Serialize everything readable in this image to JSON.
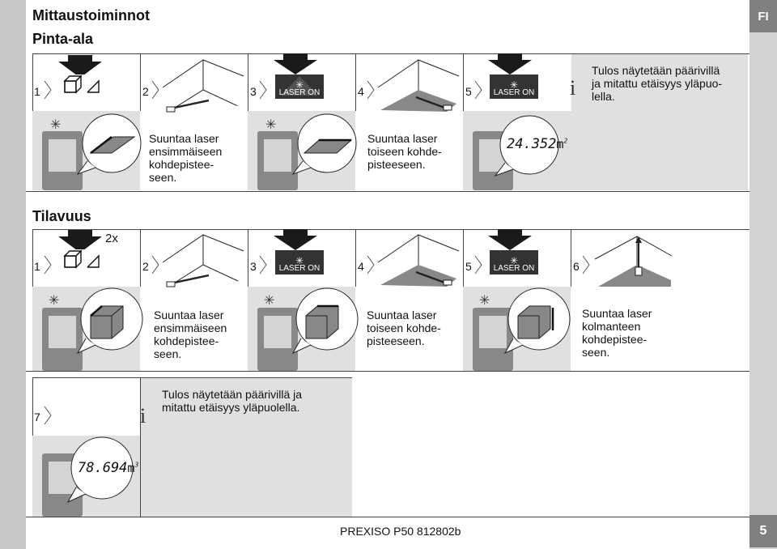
{
  "page": {
    "title": "Mittaustoiminnot",
    "language": "FI",
    "page_number": "5",
    "footer": "PREXISO P50 812802b"
  },
  "area": {
    "heading": "Pinta-ala",
    "steps": [
      "1",
      "2",
      "3",
      "4",
      "5"
    ],
    "laser_label": "LASER ON",
    "info_text": [
      "Tulos näytetään päärivillä",
      "ja mitattu etäisyys yläpuo-",
      "lella."
    ],
    "text_first": [
      "Suuntaa laser",
      "ensimmäiseen",
      "kohdepistee-",
      "seen."
    ],
    "text_second": [
      "Suuntaa laser",
      "toiseen kohde-",
      "pisteeseen."
    ],
    "display_value": "24.352",
    "display_unit": "m",
    "display_exp": "2"
  },
  "volume": {
    "heading": "Tilavuus",
    "press_count": "2x",
    "steps": [
      "1",
      "2",
      "3",
      "4",
      "5",
      "6",
      "7"
    ],
    "laser_label": "LASER ON",
    "text_first": [
      "Suuntaa laser",
      "ensimmäiseen",
      "kohdepistee-",
      "seen."
    ],
    "text_second": [
      "Suuntaa laser",
      "toiseen kohde-",
      "pisteeseen."
    ],
    "text_third": [
      "Suuntaa laser",
      "kolmanteen",
      "kohdepistee-",
      "seen."
    ],
    "info_text": [
      "Tulos näytetään päärivillä ja",
      "mitattu etäisyys yläpuolella."
    ],
    "display_value": "78.694",
    "display_unit": "m",
    "display_exp": "3"
  },
  "info_icon": "i",
  "colors": {
    "sidebar": "#c9c9c9",
    "tab": "#808080",
    "panel": "#e0e0e0",
    "arrow": "#1a1a1a"
  }
}
